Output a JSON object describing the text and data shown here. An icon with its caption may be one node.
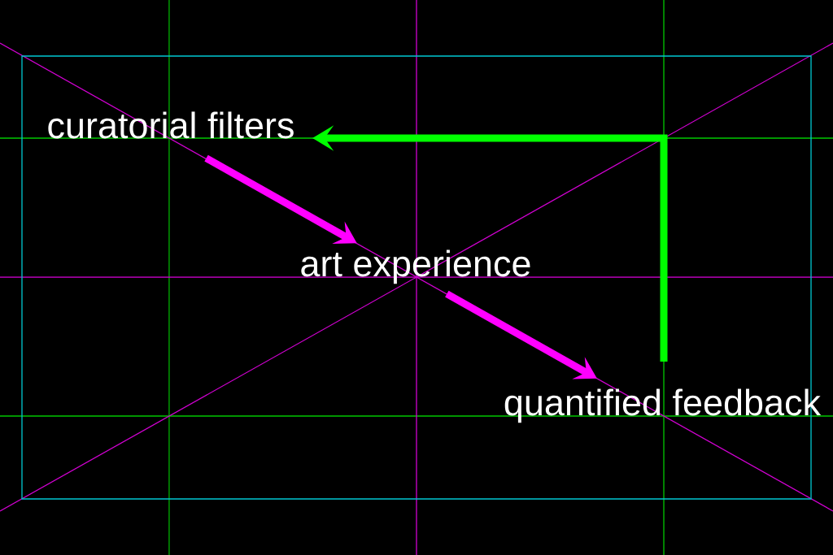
{
  "diagram": {
    "nodes": [
      {
        "text": [
          "curatorial filters"
        ]
      },
      {
        "text": [
          "art experience"
        ]
      },
      {
        "text": [
          "quantified feedback"
        ]
      }
    ],
    "edges": [
      {
        "from": 0,
        "to": 1,
        "arrow": "to",
        "color": "#ff00ff"
      },
      {
        "from": 1,
        "to": 2,
        "arrow": "to",
        "color": "#ff00ff"
      },
      {
        "from": 2,
        "to": 0,
        "arrow": "to",
        "color": "#00ff00"
      }
    ]
  }
}
